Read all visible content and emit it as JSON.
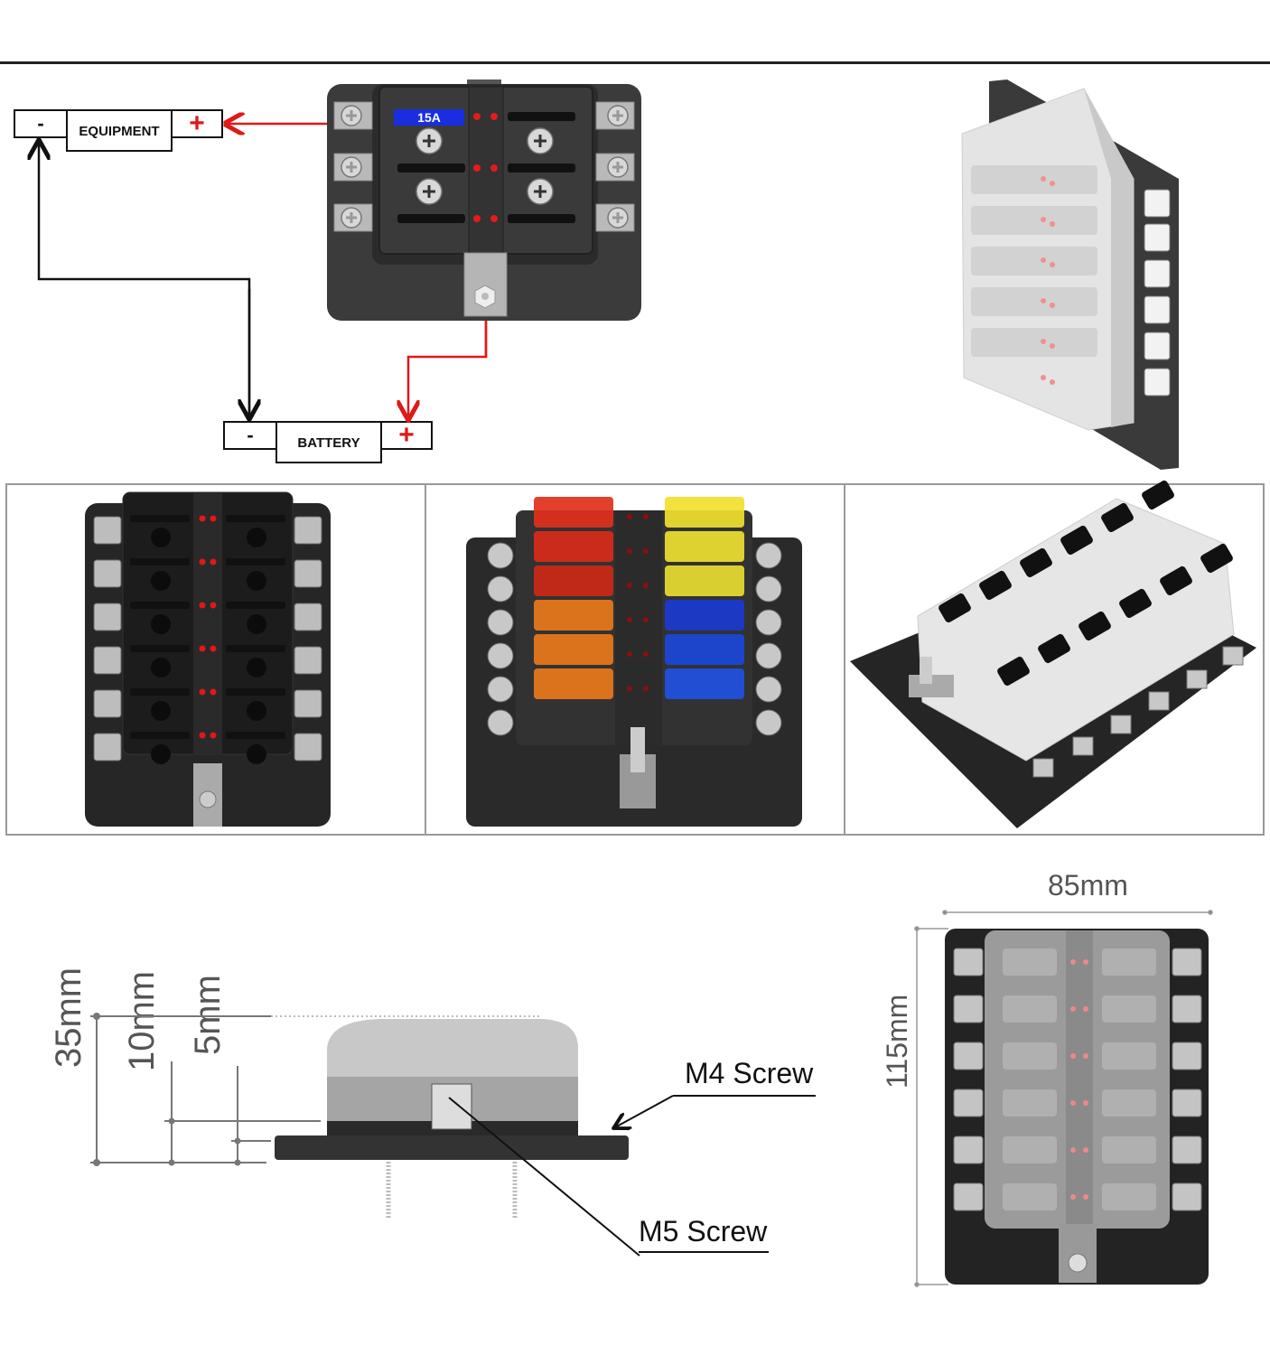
{
  "wiring_diagram": {
    "equipment": {
      "label": "EQUIPMENT",
      "negative": "-",
      "positive": "+"
    },
    "battery": {
      "label": "BATTERY",
      "negative": "-",
      "positive": "+"
    },
    "fuse_rating_badge": "15A",
    "wire_colors": {
      "positive": "#e01818",
      "negative": "#111111"
    },
    "fuse_slots": 6,
    "terminals_per_side": 3
  },
  "product_views": [
    {
      "name": "Covered 3D view",
      "fuse_slots": 12,
      "terminals_per_side": 6
    },
    {
      "name": "Top view without fuses",
      "fuse_slots": 12,
      "terminals_per_side": 6
    },
    {
      "name": "Top view with colored fuses",
      "fuse_slots": 12,
      "fuse_colors_left": [
        "#e0301a",
        "#d82a18",
        "#cc2816",
        "#e8781a",
        "#e8781a",
        "#e8781a"
      ],
      "fuse_colors_right": [
        "#f0e030",
        "#ece030",
        "#e8dc30",
        "#1a3ad0",
        "#1a46d8",
        "#2050e0"
      ]
    },
    {
      "name": "Angled view with labeled cover",
      "fuse_slots": 12
    }
  ],
  "dimensions": {
    "side_view": {
      "heights": [
        "35mm",
        "10mm",
        "5mm"
      ],
      "callouts": [
        "M4 Screw",
        "M5 Screw"
      ]
    },
    "front_view": {
      "width": "85mm",
      "height": "115mm"
    }
  }
}
